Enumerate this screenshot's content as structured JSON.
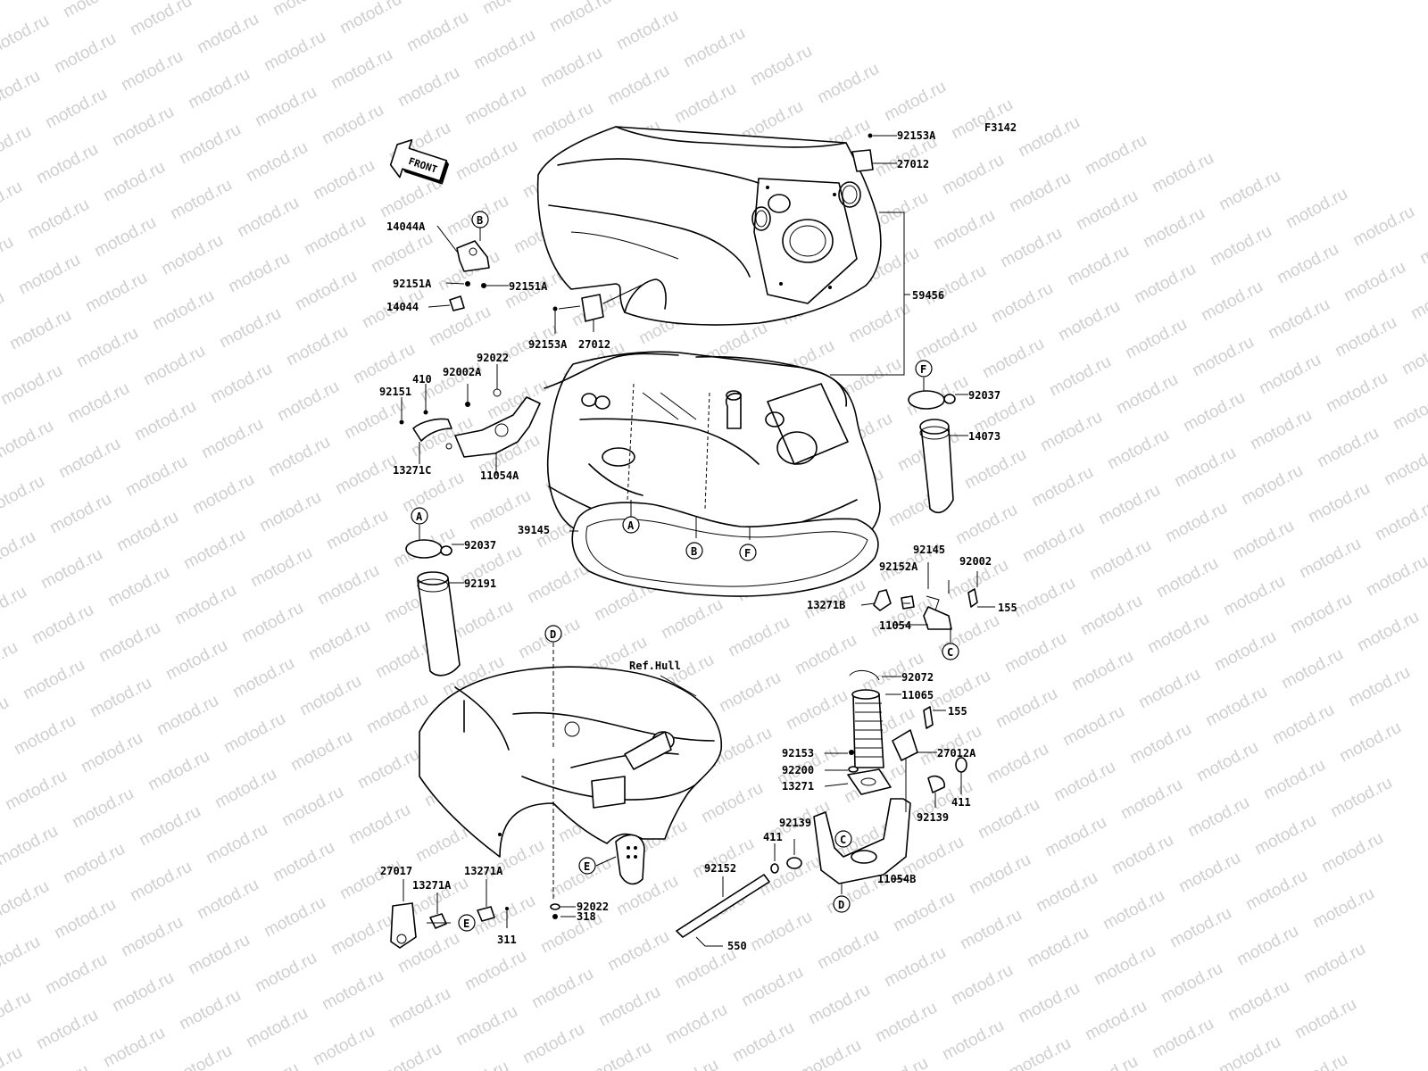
{
  "watermark": "motod.ru",
  "diagram_code": "F3142",
  "front_arrow_label": "FRONT",
  "ref_label": "Ref.Hull",
  "callouts": {
    "a1": "A",
    "a2": "A",
    "b1": "B",
    "b2": "B",
    "c1": "C",
    "c2": "C",
    "d1": "D",
    "d2": "D",
    "e1": "E",
    "e2": "E",
    "f1": "F",
    "f2": "F"
  },
  "parts": {
    "p92153A_top": "92153A",
    "p27012_top": "27012",
    "p59456": "59456",
    "p14044A": "14044A",
    "p92151A_l": "92151A",
    "p92151A_r": "92151A",
    "p14044": "14044",
    "p92153A_mid": "92153A",
    "p27012_mid": "27012",
    "p410": "410",
    "p92022_top": "92022",
    "p92002A": "92002A",
    "p92151": "92151",
    "p13271C": "13271C",
    "p11054A": "11054A",
    "p92037_r": "92037",
    "p14073": "14073",
    "p39145": "39145",
    "p92037_l": "92037",
    "p92191": "92191",
    "p92145": "92145",
    "p92152A": "92152A",
    "p92002": "92002",
    "p13271B": "13271B",
    "p155_a": "155",
    "p11054": "11054",
    "p92072": "92072",
    "p11065": "11065",
    "p155_b": "155",
    "p92153": "92153",
    "p27012A": "27012A",
    "p92200": "92200",
    "p13271": "13271",
    "p411_r": "411",
    "p92139_r": "92139",
    "p92139_l": "92139",
    "p411_l": "411",
    "p11054B": "11054B",
    "p92152": "92152",
    "p550": "550",
    "p27017": "27017",
    "p13271A_l": "13271A",
    "p13271A_r": "13271A",
    "p311": "311",
    "p92022_bot": "92022",
    "p318": "318"
  }
}
